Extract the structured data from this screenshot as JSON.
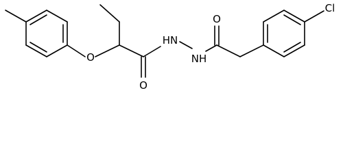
{
  "molecule": {
    "atoms": {
      "oxygen_ether": "O",
      "oxygen_carbonyl_left": "O",
      "oxygen_carbonyl_right": "O",
      "nitrogen_left": "HN",
      "nitrogen_right": "NH",
      "chlorine": "Cl"
    },
    "colors": {
      "bond": "#000000",
      "label": "#000000",
      "background": "#ffffff"
    }
  }
}
